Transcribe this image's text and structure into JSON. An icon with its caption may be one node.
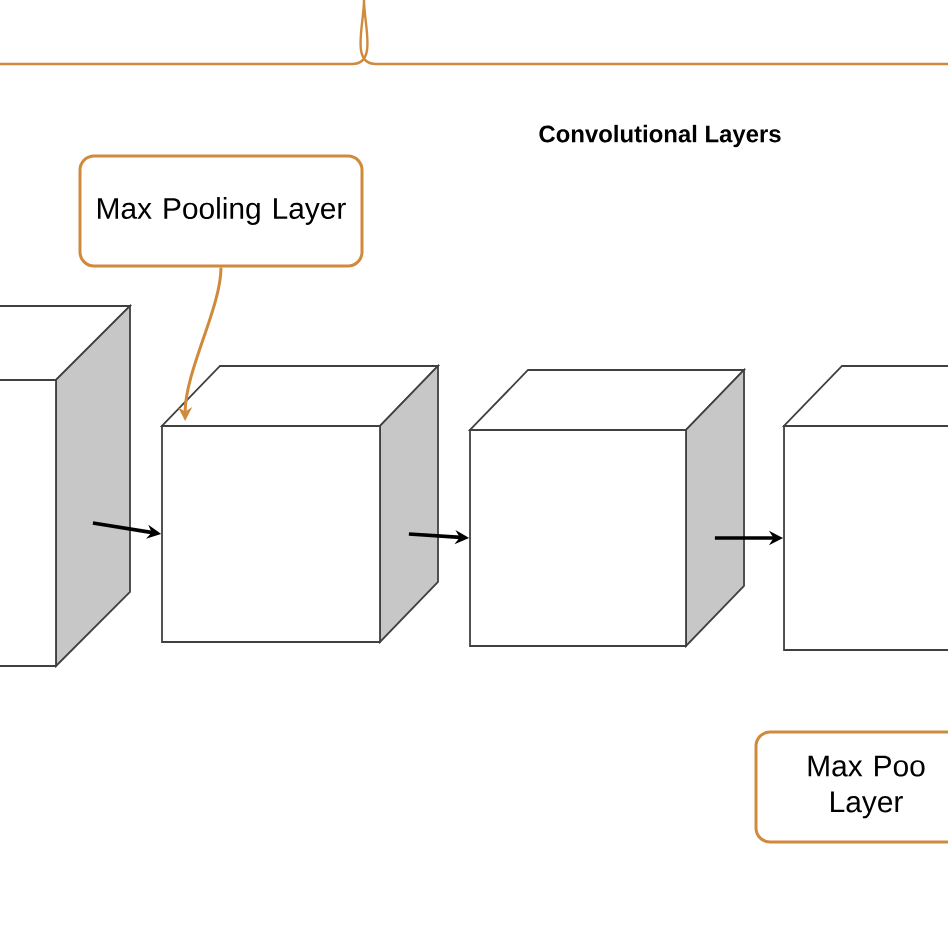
{
  "diagram": {
    "nodes": [
      {
        "text": [],
        "shape": "cube"
      },
      {
        "text": [],
        "shape": "cube"
      },
      {
        "text": [],
        "shape": "cube"
      },
      {
        "text": [],
        "shape": "cube"
      },
      {
        "text": [
          "Max Pooling Layer"
        ]
      },
      {
        "text": [
          "Max Poo Layer"
        ]
      }
    ],
    "edges": [
      {
        "from": 0,
        "to": 1,
        "arrow": "to"
      },
      {
        "from": 1,
        "to": 2,
        "arrow": "to"
      },
      {
        "from": 2,
        "to": 3,
        "arrow": "to"
      },
      {
        "from": 4,
        "to": 1,
        "arrow": "to",
        "color": "#d08a3c"
      }
    ],
    "labels": [
      "Convolutional Layers"
    ]
  }
}
